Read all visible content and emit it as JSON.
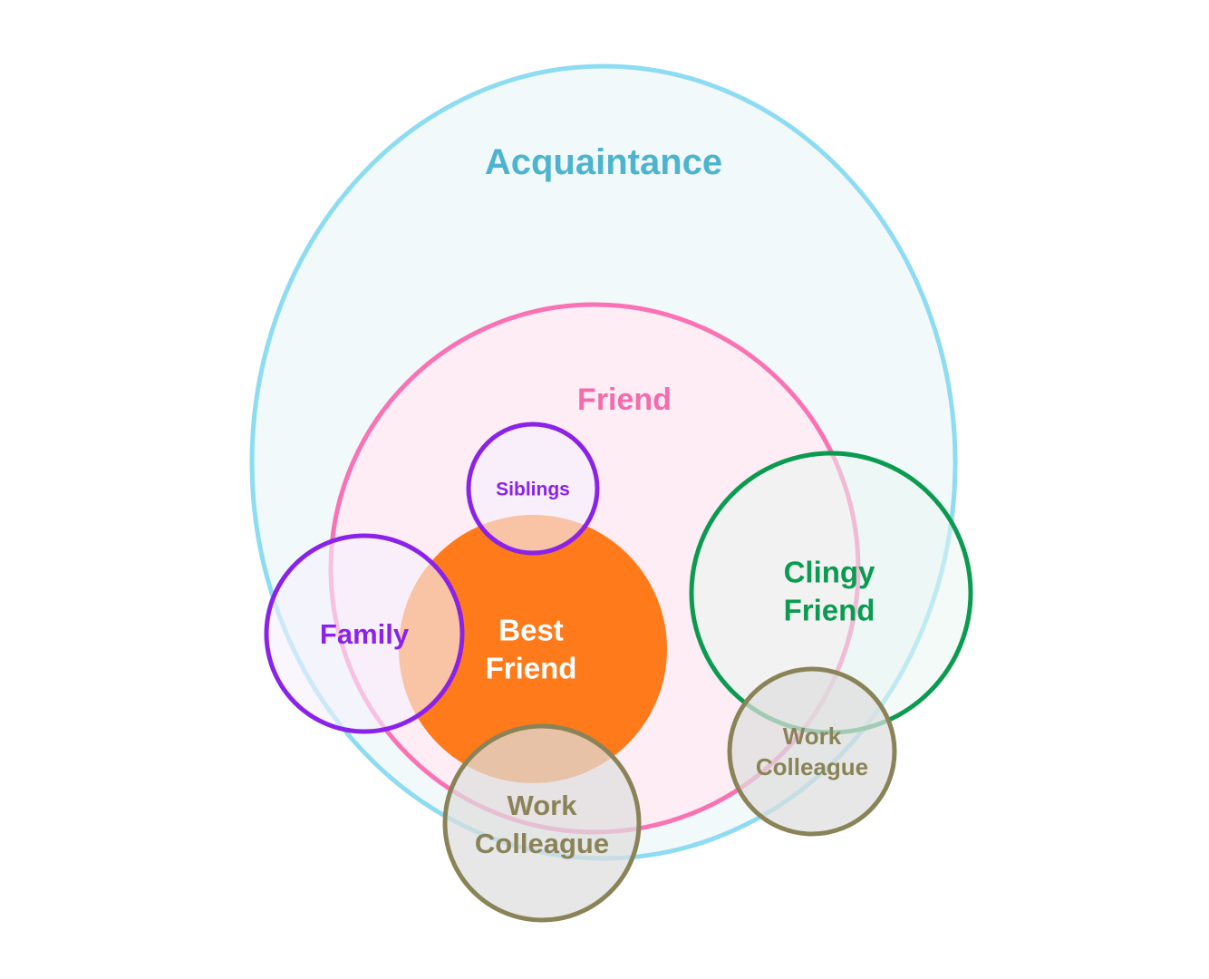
{
  "diagram": {
    "type": "nested-overlapping-circles",
    "nodes": [
      {
        "id": "acquaintance",
        "lines": [
          "Acquaintance"
        ],
        "stroke": "#8ddcf2",
        "fill": "#f2f9fa",
        "fill_opacity": 1,
        "text_color": "#4cb4ce"
      },
      {
        "id": "friend",
        "lines": [
          "Friend"
        ],
        "stroke": "#fb72b4",
        "fill": "#feedf5",
        "fill_opacity": 1,
        "text_color": "#f26cae"
      },
      {
        "id": "best-friend",
        "lines": [
          "Best",
          "Friend"
        ],
        "stroke": "#ff7a1a",
        "fill": "#ff7a1a",
        "fill_opacity": 1,
        "text_color": "#ffffff"
      },
      {
        "id": "siblings",
        "lines": [
          "Siblings"
        ],
        "stroke": "#8a22e8",
        "fill": "#f6f0fd",
        "fill_opacity": 0.62,
        "text_color": "#8a22e8"
      },
      {
        "id": "family",
        "lines": [
          "Family"
        ],
        "stroke": "#8a22e8",
        "fill": "#f6f0fd",
        "fill_opacity": 0.62,
        "text_color": "#8a22e8"
      },
      {
        "id": "clingy-friend",
        "lines": [
          "Clingy",
          "Friend"
        ],
        "stroke": "#0a9b50",
        "fill": "#eaf6f0",
        "fill_opacity": 0.55,
        "text_color": "#0a9b50"
      },
      {
        "id": "work-colleague-bottom",
        "lines": [
          "Work",
          "Colleague"
        ],
        "stroke": "#8a8357",
        "fill": "#dedede",
        "fill_opacity": 0.72,
        "text_color": "#8a8357"
      },
      {
        "id": "work-colleague-right",
        "lines": [
          "Work",
          "Colleague"
        ],
        "stroke": "#8a8357",
        "fill": "#dedede",
        "fill_opacity": 0.72,
        "text_color": "#8a8357"
      }
    ]
  }
}
